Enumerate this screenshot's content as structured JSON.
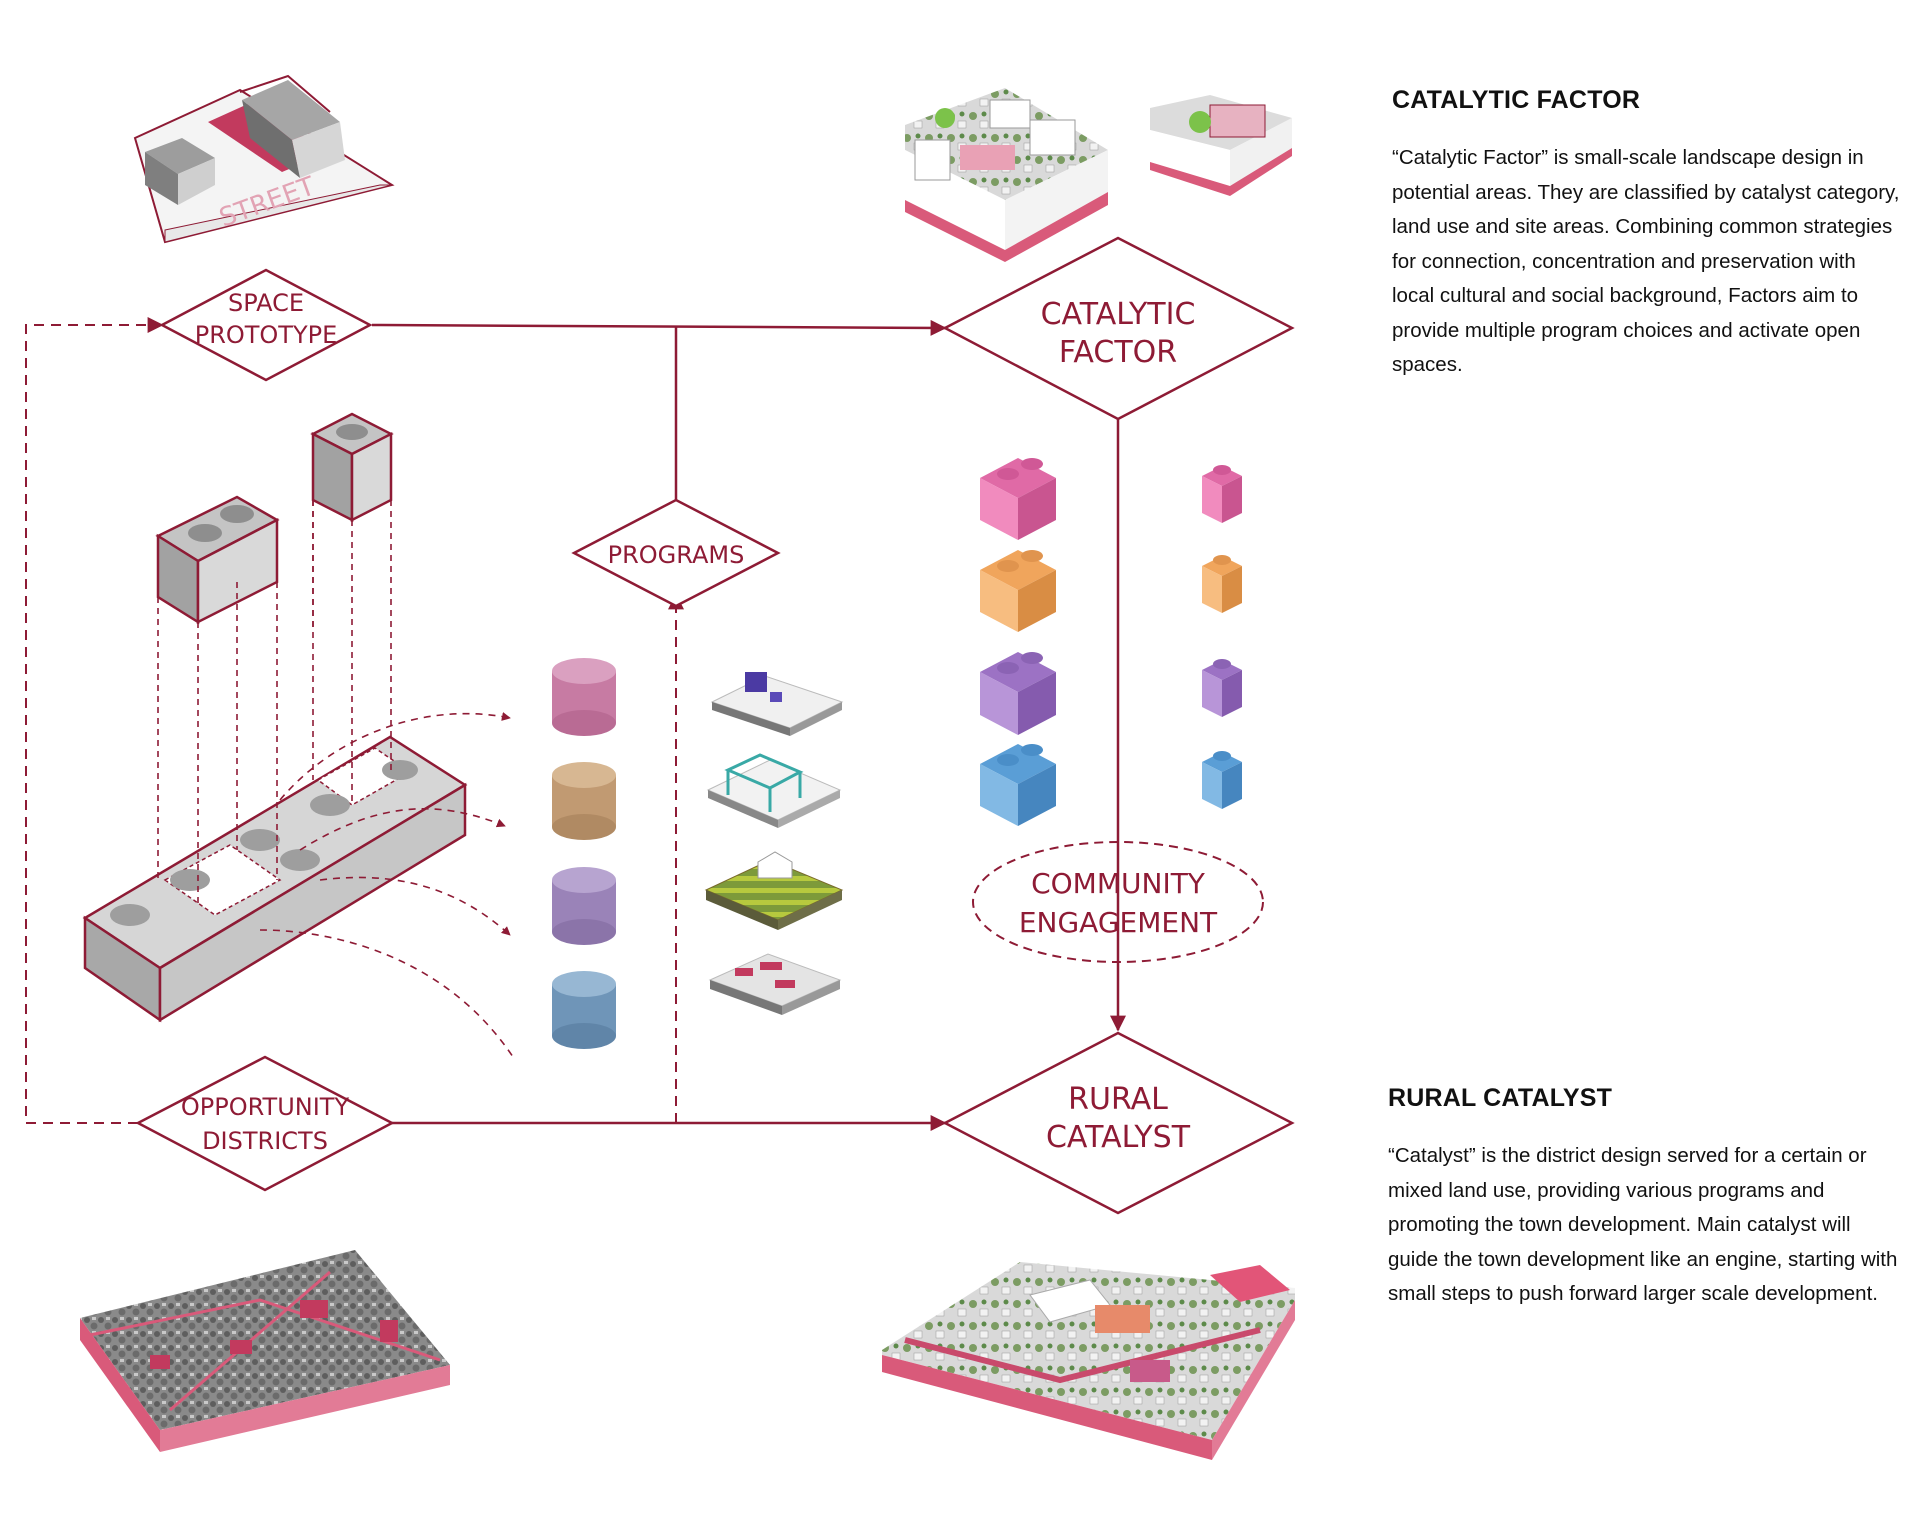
{
  "diagram": {
    "nodes": {
      "space_prototype": [
        "SPACE",
        "PROTOTYPE"
      ],
      "catalytic_factor": [
        "CATALYTIC",
        "FACTOR"
      ],
      "programs": [
        "PROGRAMS"
      ],
      "community_engagement": [
        "COMMUNITY",
        "ENGAGEMENT"
      ],
      "opportunity_districts": [
        "OPPORTUNITY",
        "DISTRICTS"
      ],
      "rural_catalyst": [
        "RURAL",
        "CATALYST"
      ]
    },
    "street_label": "STREET"
  },
  "colors": {
    "accent": "#8e1b35",
    "model_pink": "#d95a7a",
    "model_gray": "#b9b9b9",
    "cyl_pink": "#c77ba3",
    "cyl_tan": "#c19a72",
    "cyl_purple": "#9a83b8",
    "cyl_blue": "#6f95b8",
    "brick_pink": "#e06aa6",
    "brick_orange": "#f0a55c",
    "brick_purple": "#9c72c4",
    "brick_blue": "#5a9ed6"
  },
  "sections": {
    "catalytic_factor": {
      "title": "CATALYTIC FACTOR",
      "body": "“Catalytic Factor” is small-scale landscape design in potential areas. They are classified by catalyst category, land use and site areas. Combining common strategies for connection, concentration and preservation with local cultural and social background, Factors aim to provide multiple program choices and activate open spaces."
    },
    "rural_catalyst": {
      "title": "RURAL CATALYST",
      "body": "“Catalyst” is the district design served for a certain or mixed land use, providing various programs and promoting the town development. Main catalyst will guide the town development like an engine, starting with small steps to push forward larger scale development."
    }
  }
}
